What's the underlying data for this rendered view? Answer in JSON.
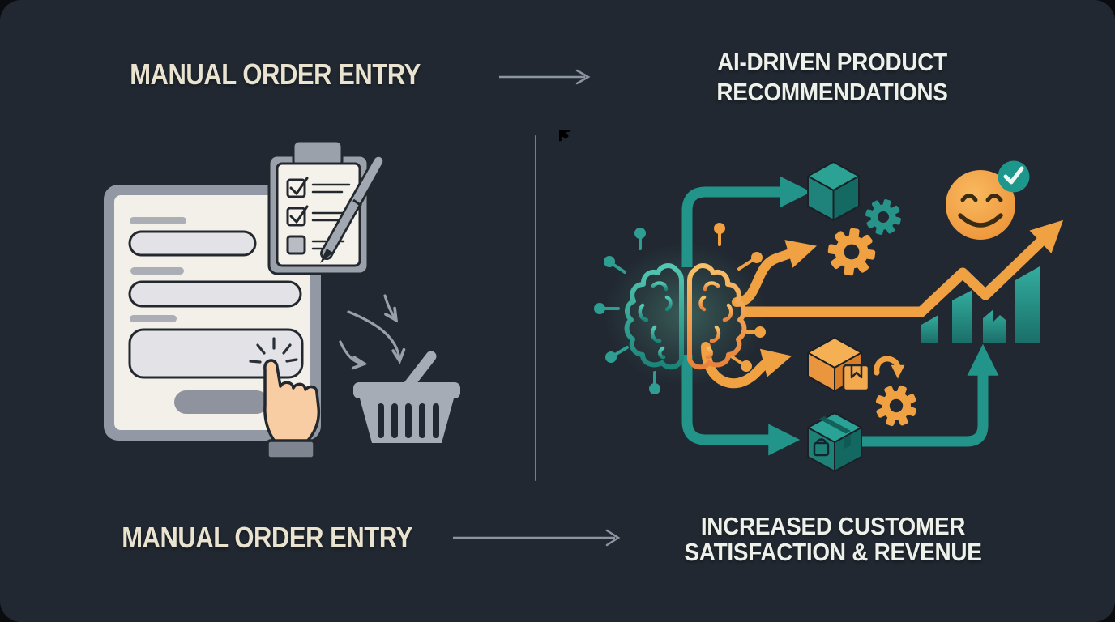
{
  "canvas": {
    "background": "#212831",
    "frame_background": "#0a0c0f",
    "divider_color": "#8d95a3",
    "connector_arrow_color": "#8d95a3"
  },
  "labels": {
    "top_left": "MANUAL ORDER ENTRY",
    "top_right_line1": "AI-DRIVEN PRODUCT",
    "top_right_line2": "RECOMMENDATIONS",
    "bottom_left": "MANUAL ORDER ENTRY",
    "bottom_right_line1": "INCREASED CUSTOMER",
    "bottom_right_line2": "SATISFACTION & REVENUE"
  },
  "colors": {
    "teal": "#23948a",
    "teal_light": "#54c8b4",
    "teal_dark": "#1c8379",
    "orange": "#f0a142",
    "orange_light": "#f8c069",
    "orange_dark": "#e8823a",
    "cream_text": "#eae3d0",
    "white_text": "#eef0ea",
    "illustration_gray": "#9aa1ab",
    "paper": "#f2f0e8",
    "field_fill": "#e3e3e7",
    "dark_outline": "#23282f",
    "hand_skin": "#f8cda4"
  },
  "left_illustration": {
    "icons": [
      "order-form",
      "form-fields",
      "submit-button",
      "cursor-hand",
      "click-burst",
      "checklist-clipboard",
      "pen",
      "shopping-basket",
      "basket-drop-arrows"
    ]
  },
  "right_illustration": {
    "icons": [
      "ai-brain",
      "circuit-nodes",
      "flow-arrows",
      "product-cube",
      "gears",
      "smiley-face",
      "check-badge",
      "growth-bar-chart",
      "rising-arrow",
      "package-box",
      "gift-parcel",
      "shopping-bag-box"
    ]
  }
}
